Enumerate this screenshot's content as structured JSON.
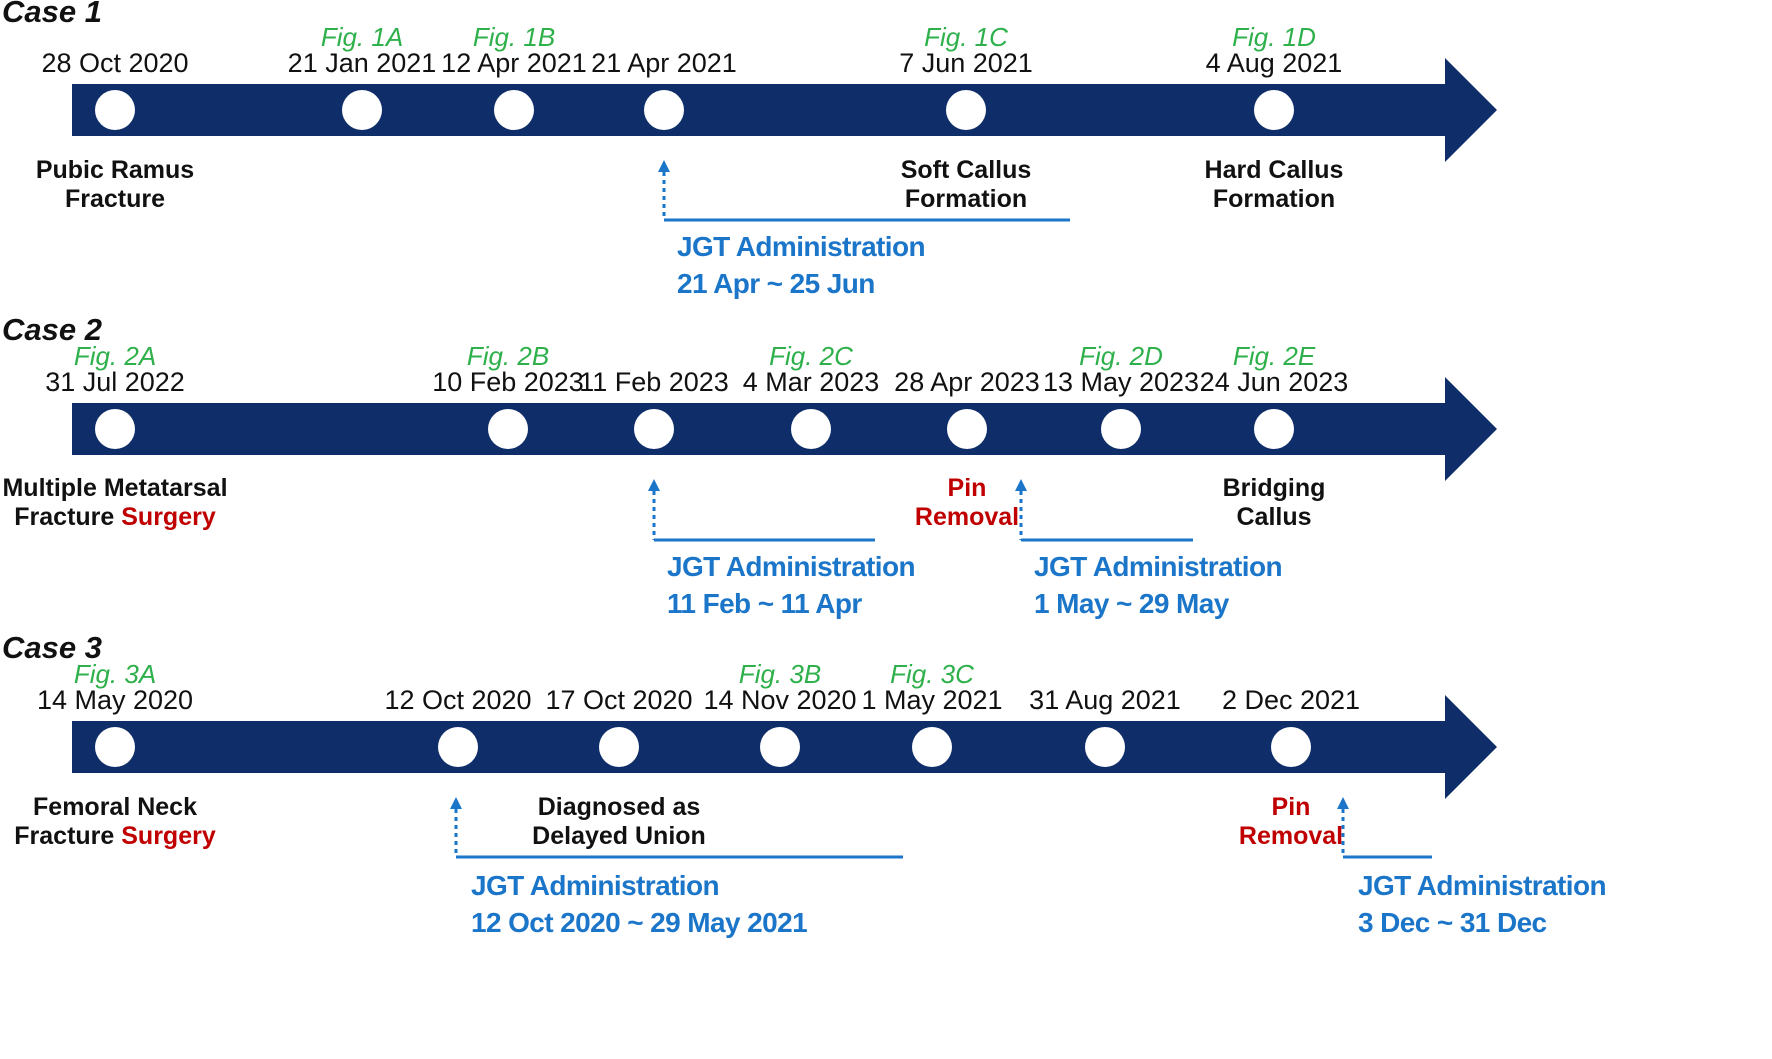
{
  "colors": {
    "bar": "#0f2d69",
    "dot": "#ffffff",
    "fig": "#2eb04b",
    "text": "#111111",
    "red": "#c00000",
    "jgt": "#1b76c9"
  },
  "cases": [
    {
      "title": "Case 1",
      "milestones": [
        {
          "date": "28 Oct 2020",
          "fig": ""
        },
        {
          "date": "21 Jan 2021",
          "fig": "Fig. 1A"
        },
        {
          "date": "12 Apr 2021",
          "fig": "Fig. 1B"
        },
        {
          "date": "21 Apr 2021",
          "fig": ""
        },
        {
          "date": "7 Jun 2021",
          "fig": "Fig. 1C"
        },
        {
          "date": "4 Aug 2021",
          "fig": "Fig. 1D"
        }
      ],
      "events": [
        {
          "lines": [
            {
              "parts": [
                {
                  "text": "Pubic Ramus",
                  "red": false
                }
              ]
            },
            {
              "parts": [
                {
                  "text": "Fracture",
                  "red": false
                }
              ]
            }
          ]
        },
        {
          "lines": [
            {
              "parts": [
                {
                  "text": "Soft Callus",
                  "red": false
                }
              ]
            },
            {
              "parts": [
                {
                  "text": "Formation",
                  "red": false
                }
              ]
            }
          ]
        },
        {
          "lines": [
            {
              "parts": [
                {
                  "text": "Hard Callus",
                  "red": false
                }
              ]
            },
            {
              "parts": [
                {
                  "text": "Formation",
                  "red": false
                }
              ]
            }
          ]
        }
      ],
      "administrations": [
        {
          "label": "JGT Administration",
          "period": "21 Apr ~ 25 Jun"
        }
      ]
    },
    {
      "title": "Case 2",
      "milestones": [
        {
          "date": "31 Jul 2022",
          "fig": "Fig. 2A"
        },
        {
          "date": "10 Feb 2023",
          "fig": "Fig. 2B"
        },
        {
          "date": "11 Feb 2023",
          "fig": ""
        },
        {
          "date": "4 Mar 2023",
          "fig": "Fig. 2C"
        },
        {
          "date": "28 Apr 2023",
          "fig": ""
        },
        {
          "date": "13 May 2023",
          "fig": "Fig. 2D"
        },
        {
          "date": "24 Jun 2023",
          "fig": "Fig. 2E"
        }
      ],
      "events": [
        {
          "lines": [
            {
              "parts": [
                {
                  "text": "Multiple Metatarsal",
                  "red": false
                }
              ]
            },
            {
              "parts": [
                {
                  "text": "Fracture ",
                  "red": false
                },
                {
                  "text": "Surgery",
                  "red": true
                }
              ]
            }
          ]
        },
        {
          "lines": [
            {
              "parts": [
                {
                  "text": "Pin",
                  "red": true
                }
              ]
            },
            {
              "parts": [
                {
                  "text": "Removal",
                  "red": true
                }
              ]
            }
          ]
        },
        {
          "lines": [
            {
              "parts": [
                {
                  "text": "Bridging",
                  "red": false
                }
              ]
            },
            {
              "parts": [
                {
                  "text": "Callus",
                  "red": false
                }
              ]
            }
          ]
        }
      ],
      "administrations": [
        {
          "label": "JGT Administration",
          "period": "11 Feb ~ 11 Apr"
        },
        {
          "label": "JGT Administration",
          "period": "1 May ~ 29 May"
        }
      ]
    },
    {
      "title": "Case 3",
      "milestones": [
        {
          "date": "14 May 2020",
          "fig": "Fig. 3A"
        },
        {
          "date": "12 Oct 2020",
          "fig": ""
        },
        {
          "date": "17 Oct 2020",
          "fig": ""
        },
        {
          "date": "14 Nov 2020",
          "fig": "Fig. 3B"
        },
        {
          "date": "1 May 2021",
          "fig": "Fig. 3C"
        },
        {
          "date": "31 Aug 2021",
          "fig": ""
        },
        {
          "date": "2 Dec 2021",
          "fig": ""
        }
      ],
      "events": [
        {
          "lines": [
            {
              "parts": [
                {
                  "text": "Femoral Neck",
                  "red": false
                }
              ]
            },
            {
              "parts": [
                {
                  "text": "Fracture ",
                  "red": false
                },
                {
                  "text": "Surgery",
                  "red": true
                }
              ]
            }
          ]
        },
        {
          "lines": [
            {
              "parts": [
                {
                  "text": "Diagnosed as",
                  "red": false
                }
              ]
            },
            {
              "parts": [
                {
                  "text": "Delayed Union",
                  "red": false
                }
              ]
            }
          ]
        },
        {
          "lines": [
            {
              "parts": [
                {
                  "text": "Pin",
                  "red": true
                }
              ]
            },
            {
              "parts": [
                {
                  "text": "Removal",
                  "red": true
                }
              ]
            }
          ]
        }
      ],
      "administrations": [
        {
          "label": "JGT Administration",
          "period": "12 Oct 2020 ~ 29 May 2021"
        },
        {
          "label": "JGT Administration",
          "period": "3 Dec ~ 31 Dec"
        }
      ]
    }
  ]
}
